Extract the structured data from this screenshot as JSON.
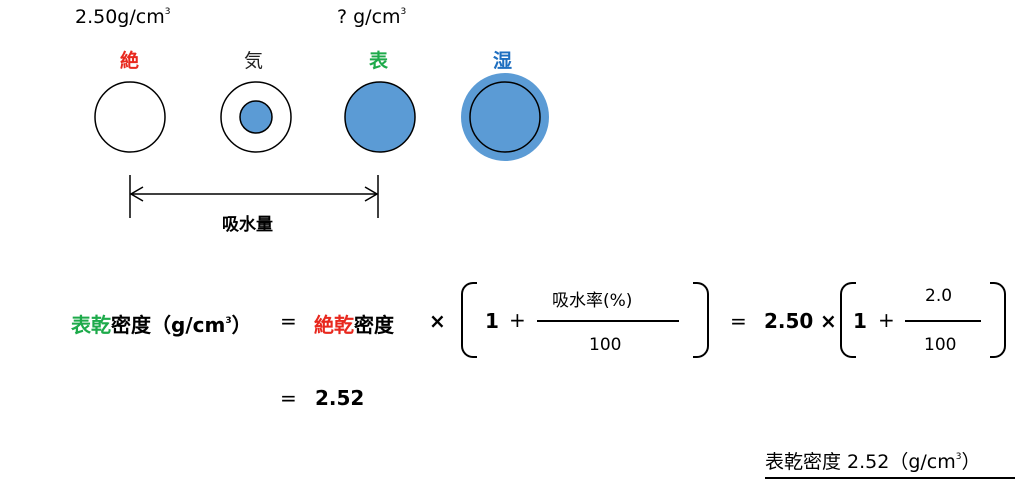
{
  "top": {
    "density_left": "2.50g/cm",
    "density_right": "? g/cm",
    "cube_sup": "3"
  },
  "states": [
    {
      "label": "絶",
      "color": "#e8281e"
    },
    {
      "label": "気",
      "color": "#222222"
    },
    {
      "label": "表",
      "color": "#1daa4a"
    },
    {
      "label": "湿",
      "color": "#1f6fc0"
    }
  ],
  "circle_fill": "#5b9bd5",
  "arrow_label": "吸水量",
  "formula": {
    "lhs_a": "表",
    "lhs_b": "乾",
    "lhs_c": "密度（g/cm",
    "lhs_sup": "3",
    "lhs_d": "）",
    "eq": "=",
    "rhs_a": "絶",
    "rhs_b": "乾",
    "rhs_c": "密度",
    "times": "×",
    "one": "1",
    "plus": "+",
    "numerator": "吸水率(%)",
    "denominator": "100",
    "value": "2.50",
    "num_value": "2.0",
    "result_eq": "=",
    "result": "2.52"
  },
  "answer": {
    "text": "表乾密度 2.52（g/cm",
    "sup": "3",
    "close": "）"
  }
}
